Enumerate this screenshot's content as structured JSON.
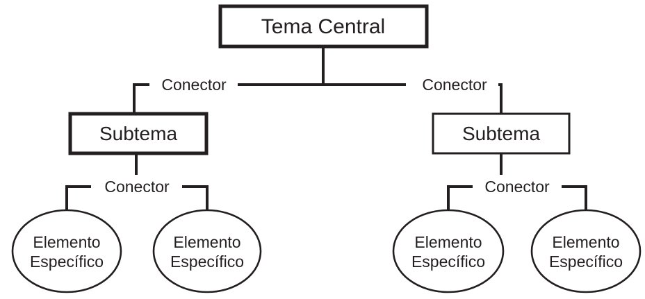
{
  "diagram": {
    "type": "hierarchical-concept-map",
    "language": "es",
    "colors": {
      "ink": "#231f20",
      "background": "#ffffff"
    },
    "root": {
      "id": "tema-central",
      "label": "Tema Central",
      "shape": "rectangle"
    },
    "branches": [
      {
        "id": "subtema-left",
        "label": "Subtema",
        "shape": "rectangle",
        "leaves": [
          {
            "id": "elemento-1",
            "line1": "Elemento",
            "line2": "Específico",
            "shape": "ellipse"
          },
          {
            "id": "elemento-2",
            "line1": "Elemento",
            "line2": "Específico",
            "shape": "ellipse"
          }
        ]
      },
      {
        "id": "subtema-right",
        "label": "Subtema",
        "shape": "rectangle",
        "leaves": [
          {
            "id": "elemento-3",
            "line1": "Elemento",
            "line2": "Específico",
            "shape": "ellipse"
          },
          {
            "id": "elemento-4",
            "line1": "Elemento",
            "line2": "Específico",
            "shape": "ellipse"
          }
        ]
      }
    ],
    "connectors": [
      {
        "id": "connector-root-left",
        "label": "Conector"
      },
      {
        "id": "connector-root-right",
        "label": "Conector"
      },
      {
        "id": "connector-left-leaves",
        "label": "Conector"
      },
      {
        "id": "connector-right-leaves",
        "label": "Conector"
      }
    ]
  }
}
